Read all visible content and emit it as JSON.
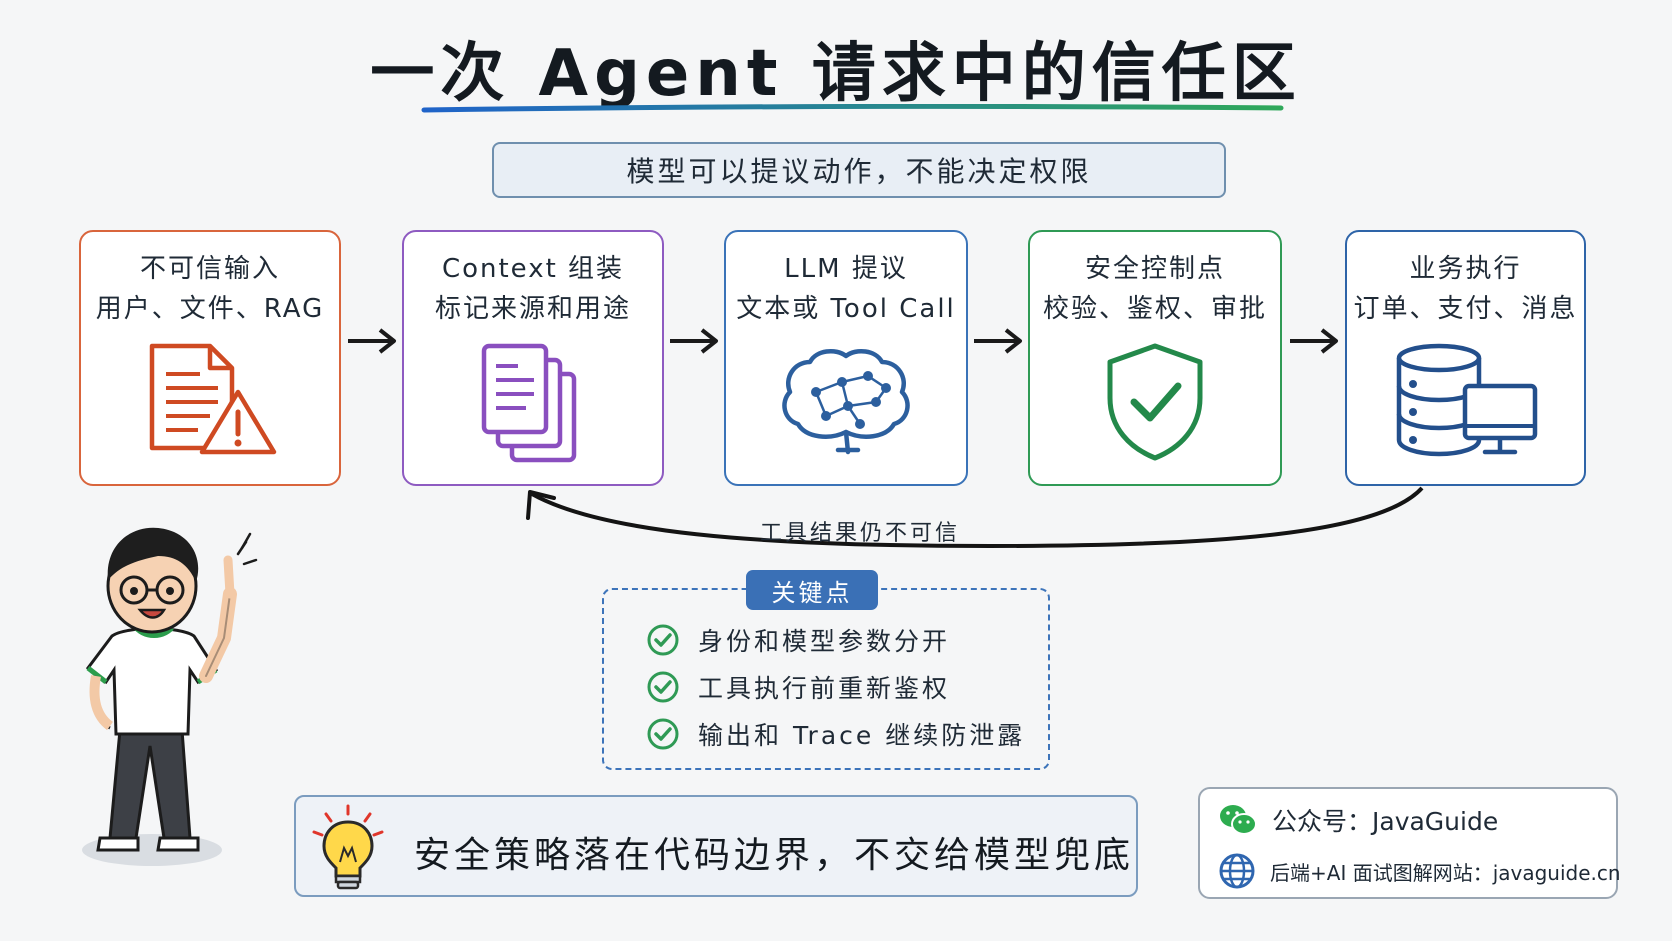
{
  "title": "一次 Agent 请求中的信任区",
  "subtitle": "模型可以提议动作，不能决定权限",
  "steps": [
    {
      "line1": "不可信输入",
      "line2": "用户、文件、RAG",
      "icon": "document-warning-icon",
      "color": "#d9653c"
    },
    {
      "line1": "Context 组装",
      "line2": "标记来源和用途",
      "icon": "documents-stack-icon",
      "color": "#8e5bc1"
    },
    {
      "line1": "LLM 提议",
      "line2": "文本或 Tool Call",
      "icon": "brain-network-icon",
      "color": "#3a73b8"
    },
    {
      "line1": "安全控制点",
      "line2": "校验、鉴权、审批",
      "icon": "shield-check-icon",
      "color": "#2f9a55"
    },
    {
      "line1": "业务执行",
      "line2": "订单、支付、消息",
      "icon": "database-monitor-icon",
      "color": "#2e64a8"
    }
  ],
  "loop_label": "工具结果仍不可信",
  "key_points": {
    "badge": "关键点",
    "items": [
      "身份和模型参数分开",
      "工具执行前重新鉴权",
      "输出和 Trace 继续防泄露"
    ]
  },
  "banner": {
    "text": "安全策略落在代码边界，不交给模型兜底",
    "icon": "lightbulb-icon"
  },
  "footer": {
    "line1": "公众号：JavaGuide",
    "line2": "后端+AI 面试图解网站：javaguide.cn",
    "icons": [
      "wechat-icon",
      "globe-icon"
    ]
  },
  "colors": {
    "accent_blue": "#3a70b6",
    "check_green": "#2f9a55",
    "title_underline": [
      "#1f63c9",
      "#2fa85a"
    ]
  }
}
